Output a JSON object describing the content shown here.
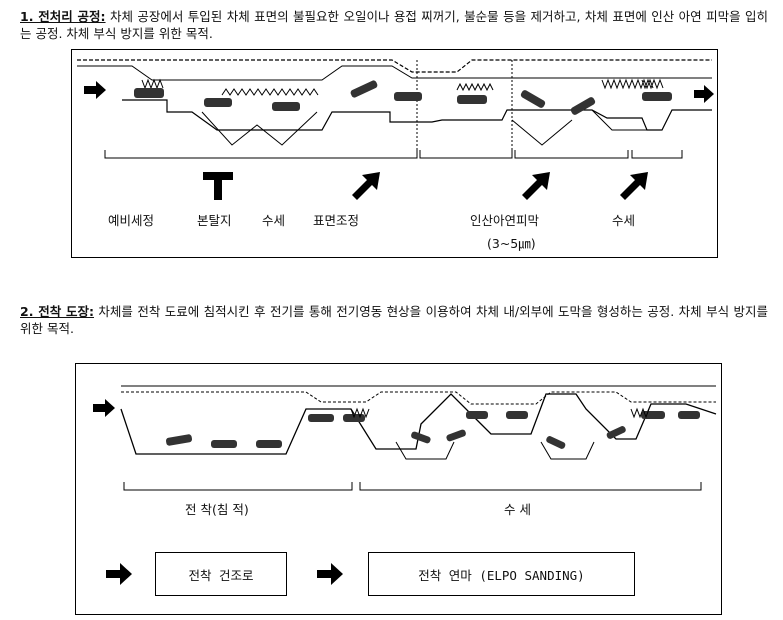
{
  "section1": {
    "title": "1. 전처리 공정:",
    "body": " 차체 공장에서 투입된 차체 표면의 불필요한 오일이나 용접 찌꺼기, 불순물 등을 제거하고, 차체 표면에 인산 아연 피막을 입히는 공정. 차체 부식 방지를 위한 목적.",
    "labels": {
      "pre_clean": "예비세정",
      "degrease": "본탈지",
      "rinse1": "수세",
      "surface": "표면조정",
      "zinc": "인산아연피막",
      "zinc_thickness": "(3~5㎛)",
      "rinse2": "수세"
    }
  },
  "section2": {
    "title": "2. 전착 도장:",
    "body": " 차체를 전착 도료에 침적시킨 후 전기를 통해 전기영동 현상을 이용하여 차체 내/외부에 도막을 형성하는 공정. 차체 부식 방지를 위한 목적.",
    "labels": {
      "electro": "전 착(침 적)",
      "rinse": "수      세",
      "oven": "전착 건조로",
      "sanding": "전착 연마 (ELPO SANDING)"
    }
  }
}
